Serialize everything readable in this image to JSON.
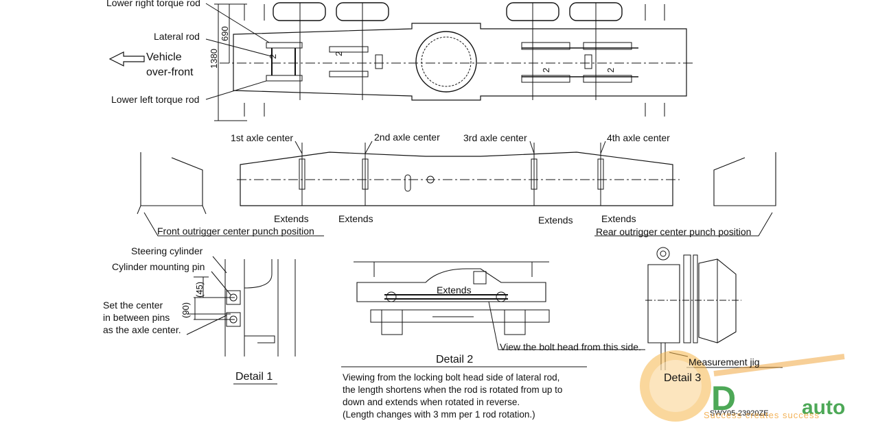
{
  "labels": {
    "lower_right_torque_rod": "Lower right torque rod",
    "lateral_rod": "Lateral rod",
    "vehicle_over_front_1": "Vehicle",
    "vehicle_over_front_2": "over-front",
    "lower_left_torque_rod": "Lower left torque rod",
    "dim_690": "690",
    "dim_1380": "1380",
    "mark_2": "2",
    "axle_1": "1st axle center",
    "axle_2": "2nd axle center",
    "axle_3": "3rd axle center",
    "axle_4": "4th axle center",
    "extends": "Extends",
    "front_outrigger": "Front outrigger center punch position",
    "rear_outrigger": "Rear outrigger center punch position",
    "steering_cylinder": "Steering cylinder",
    "cylinder_mounting_pin": "Cylinder mounting pin",
    "set_center_1": "Set the center",
    "set_center_2": "in between pins",
    "set_center_3": "as the axle center.",
    "dim_45": "(45)",
    "dim_90": "(90)",
    "detail_1": "Detail 1",
    "detail_2": "Detail 2",
    "detail_3": "Detail 3",
    "view_bolt_head": "View the bolt head from this side.",
    "measurement_jig": "Measurement jig",
    "note_1": "Viewing from the locking bolt head side of lateral rod,",
    "note_2": "the length shortens when the rod is rotated from up to",
    "note_3": " down and extends when rotated in reverse.",
    "note_4": "(Length changes with 3 mm per 1 rod rotation.)",
    "figure_code": "SWY05-23920ZE"
  },
  "watermark": {
    "brand_1": "D",
    "brand_2": "auto",
    "slogan": "Success creates success",
    "color_orange": "#f0a030",
    "color_green": "#2e9a3a"
  }
}
